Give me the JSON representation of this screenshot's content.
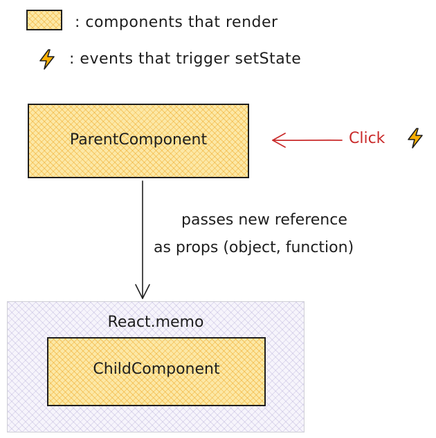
{
  "legend": {
    "render_label": ": components that render",
    "event_label": ": events that trigger setState"
  },
  "nodes": {
    "parent": "ParentComponent",
    "memo_wrapper": "React.memo",
    "child": "ChildComponent"
  },
  "edge": {
    "line1": "passes new reference",
    "line2": "as props (object, function)"
  },
  "event": {
    "label": "Click"
  },
  "colors": {
    "component_fill": "#fce8a6",
    "component_hatch": "#f0aa28",
    "memo_fill": "#f6f4fb",
    "memo_border": "#cfcfd6",
    "click_red": "#c92a2a",
    "bolt_yellow": "#fab005",
    "ink": "#1e1e1e"
  },
  "icons": {
    "event": "lightning-bolt-icon"
  }
}
